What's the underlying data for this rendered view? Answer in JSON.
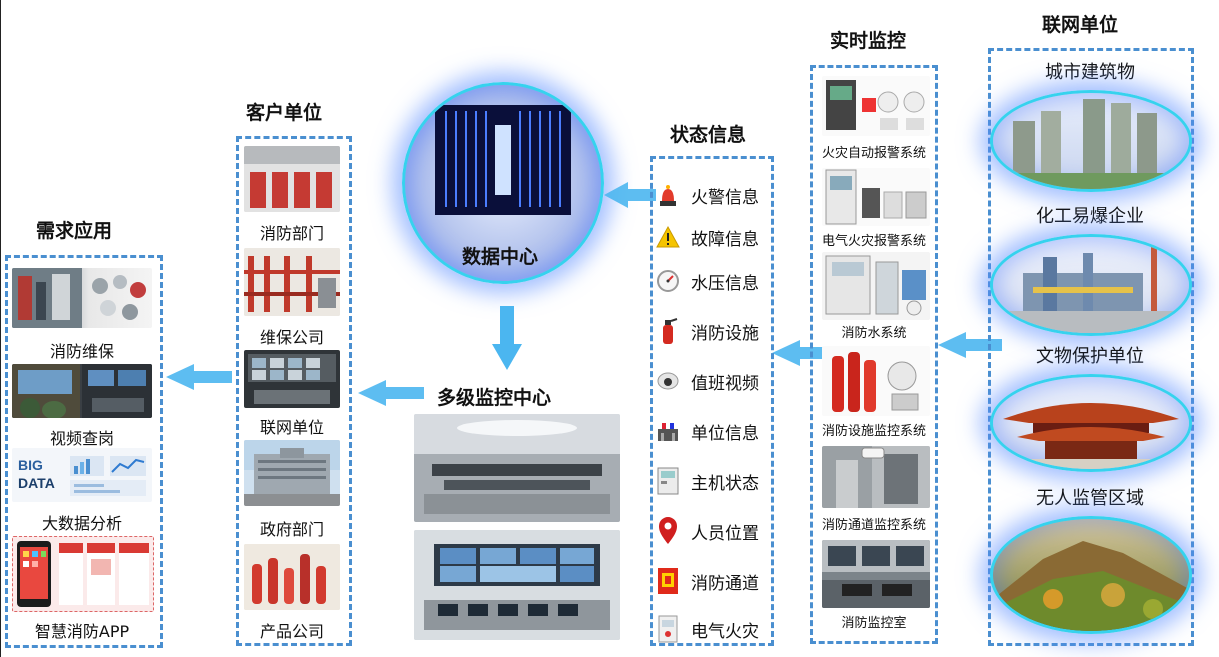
{
  "columns": {
    "demand": {
      "title": "需求应用",
      "items": [
        "消防维保",
        "视频查岗",
        "大数据分析",
        "智慧消防APP"
      ]
    },
    "customer": {
      "title": "客户单位",
      "items": [
        "消防部门",
        "维保公司",
        "联网单位",
        "政府部门",
        "产品公司"
      ]
    },
    "center": {
      "data_center": "数据中心",
      "monitor_center": "多级监控中心"
    },
    "status": {
      "title": "状态信息",
      "items": [
        "火警信息",
        "故障信息",
        "水压信息",
        "消防设施",
        "值班视频",
        "单位信息",
        "主机状态",
        "人员位置",
        "消防通道",
        "电气火灾"
      ]
    },
    "realtime": {
      "title": "实时监控",
      "items": [
        "火灾自动报警系统",
        "电气火灾报警系统",
        "消防水系统",
        "消防设施监控系统",
        "消防通道监控系统",
        "消防监控室"
      ]
    },
    "networked": {
      "title": "联网单位",
      "items": [
        "城市建筑物",
        "化工易爆企业",
        "文物保护单位",
        "无人监管区域"
      ]
    }
  },
  "colors": {
    "dashed_border": "#4a8fd0",
    "arrow": "#4bb6f0",
    "ring": "#36d2ee",
    "glow": "#5a8cff"
  }
}
